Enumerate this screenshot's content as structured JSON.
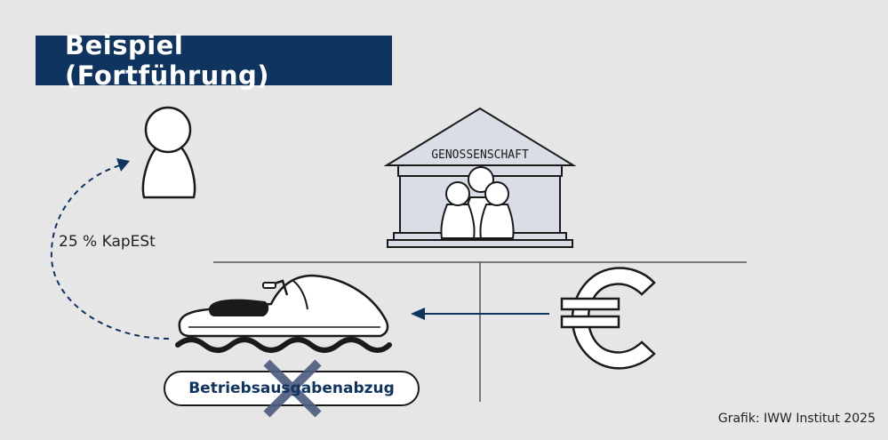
{
  "title": "Beispiel (Fortführung)",
  "building": {
    "label": "GENOSSENSCHAFT"
  },
  "tax_label": "25 % KapESt",
  "deduction_label": "Betriebsausgabenabzug",
  "credit": "Grafik: IWW Institut 2025",
  "colors": {
    "navy": "#0f3460",
    "background": "#e6e6e6",
    "building_face": "#d9dde6",
    "cross": "#4f5e80"
  }
}
